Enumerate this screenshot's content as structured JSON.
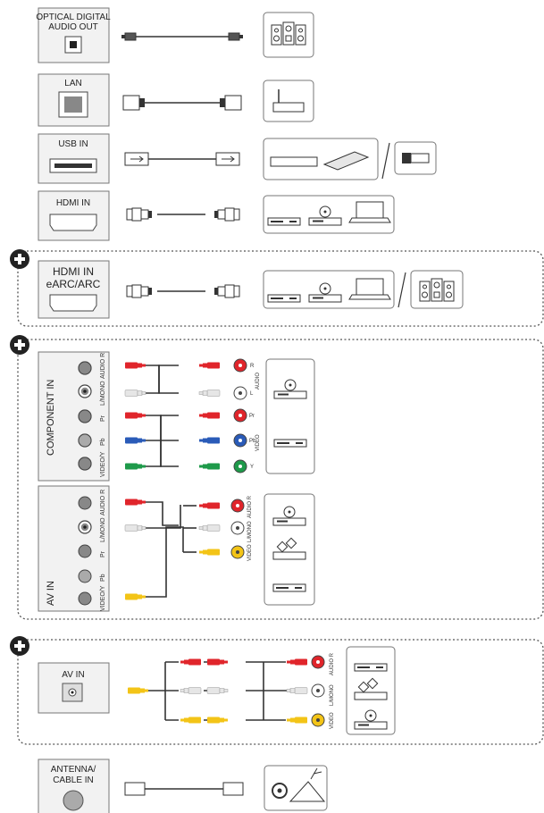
{
  "ports": {
    "optical": {
      "line1": "OPTICAL DIGITAL",
      "line2": "AUDIO OUT"
    },
    "lan": {
      "label": "LAN"
    },
    "usb": {
      "label": "USB IN"
    },
    "hdmi": {
      "label": "HDMI IN"
    },
    "hdmi_earc": {
      "line1": "HDMI IN",
      "line2": "eARC/ARC"
    },
    "component": {
      "label": "COMPONENT IN"
    },
    "av": {
      "label": "AV IN"
    },
    "av_in": {
      "label": "AV IN"
    },
    "antenna": {
      "line1": "ANTENNA/",
      "line2": "CABLE IN"
    }
  },
  "jack_labels": {
    "audio_r": "AUDIO R",
    "l_mono": "L/MONO",
    "pr": "Pr",
    "pb": "Pb",
    "video_y": "VIDEO/Y"
  },
  "device_labels": {
    "r": "R",
    "l": "L",
    "audio": "AUDIO",
    "pr": "Pr",
    "pb": "Pb",
    "y": "Y",
    "video": "VIDEO",
    "audio_r": "AUDIO R",
    "l_mono": "L/MONO"
  },
  "colors": {
    "red": "#e0252b",
    "white": "#e6e6e6",
    "yellow": "#f3c417",
    "green": "#1e9a4a",
    "blue": "#2a5bb8"
  },
  "icons": {
    "plus": "plus-circle-icon",
    "speaker": "speaker-icon",
    "router": "router-icon",
    "usb_drive": "usb-drive-icon",
    "hdd": "external-hdd-icon",
    "dvd": "dvd-player-icon",
    "laptop": "laptop-icon",
    "antenna_house": "antenna-house-icon"
  }
}
